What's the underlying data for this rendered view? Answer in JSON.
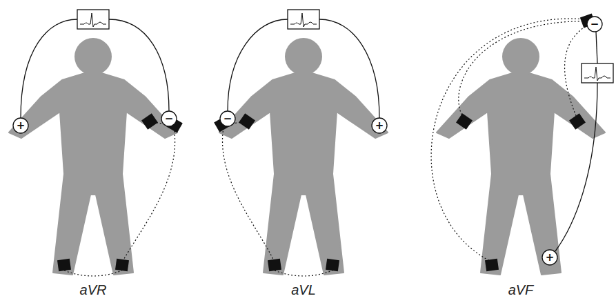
{
  "diagram": {
    "labels": [
      "+",
      "−",
      "aVR",
      "−",
      "+",
      "aVL",
      "−",
      "+",
      "aVF"
    ]
  }
}
